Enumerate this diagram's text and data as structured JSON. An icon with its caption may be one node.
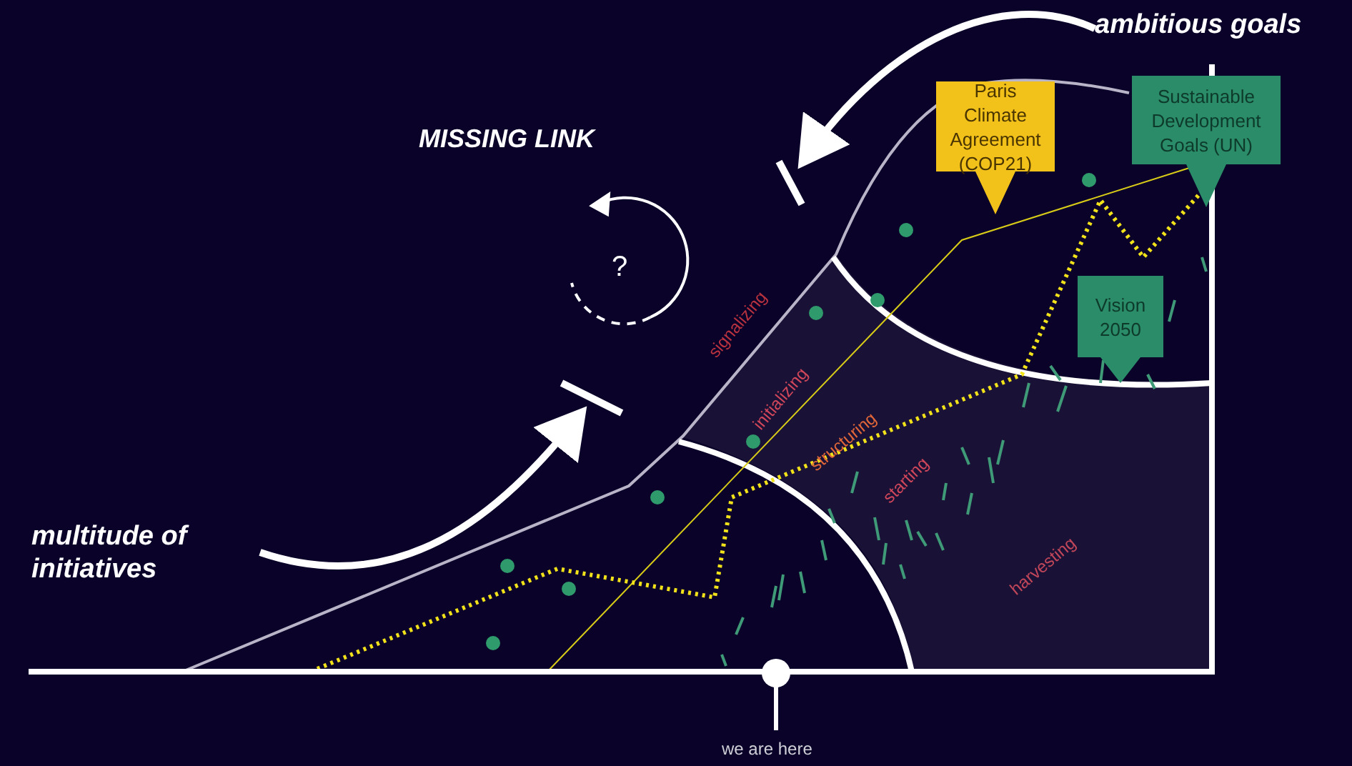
{
  "diagram": {
    "nodes": [
      {
        "text": [
          "multitude of initiatives"
        ]
      },
      {
        "text": [],
        "shape": "bar"
      },
      {
        "text": [
          "ambitious goals"
        ]
      },
      {
        "text": [],
        "shape": "bar"
      },
      {
        "text": [
          "Paris Climate Agreement (COP21)"
        ]
      },
      {
        "text": [
          "Sustainable Development Goals (UN)"
        ]
      },
      {
        "text": [
          "Vision 2050"
        ]
      }
    ],
    "edges": [
      {
        "from": 0,
        "to": 1,
        "arrow": "to"
      },
      {
        "from": 2,
        "to": 3,
        "arrow": "to"
      }
    ],
    "labels": [
      "MISSING LINK",
      "?",
      "signalizing",
      "initializing",
      "structuring",
      "starting",
      "harvesting",
      "we are here"
    ]
  }
}
